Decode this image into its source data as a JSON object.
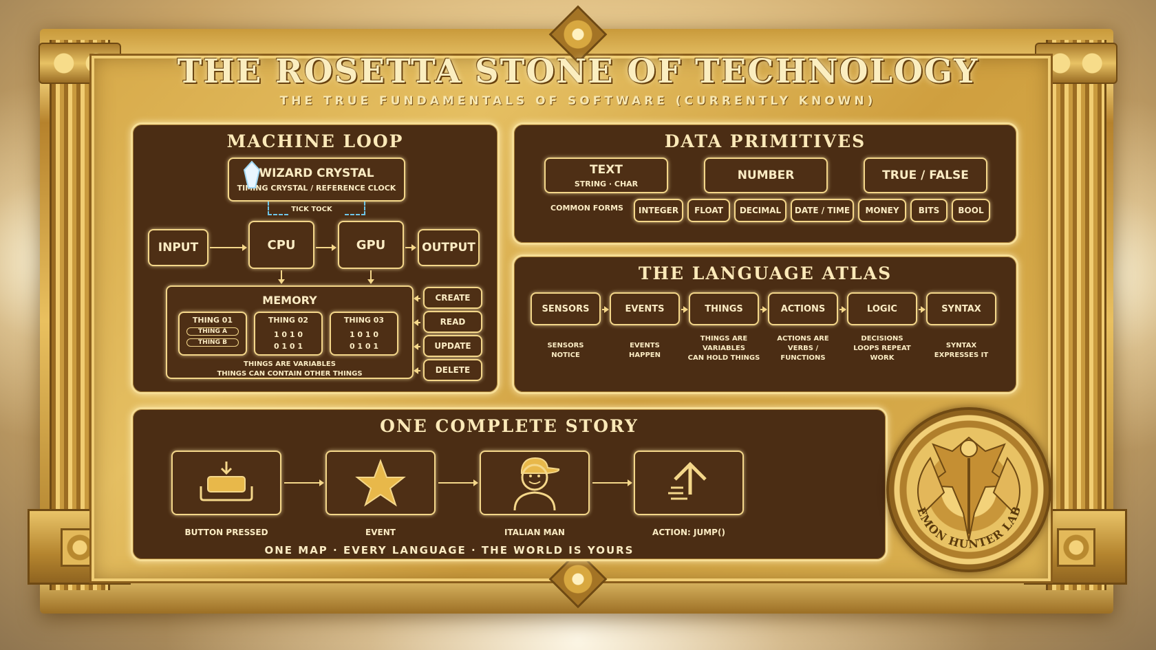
{
  "header": {
    "title": "THE ROSETTA STONE OF TECHNOLOGY",
    "subtitle": "THE TRUE FUNDAMENTALS OF SOFTWARE (CURRENTLY KNOWN)"
  },
  "machine_loop": {
    "title": "MACHINE LOOP",
    "crystal": {
      "title": "WIZARD CRYSTAL",
      "sub": "TIMING CRYSTAL / REFERENCE CLOCK",
      "tick": "TICK TOCK"
    },
    "input": "INPUT",
    "cpu": "CPU",
    "gpu": "GPU",
    "output": "OUTPUT",
    "memory": {
      "title": "MEMORY",
      "things": [
        {
          "label": "THING 01",
          "children": [
            "THING A",
            "THING B"
          ]
        },
        {
          "label": "THING 02",
          "bits": [
            "1 0 1 0",
            "0 1 0 1"
          ]
        },
        {
          "label": "THING 03",
          "bits": [
            "1 0 1 0",
            "0 1 0 1"
          ]
        }
      ],
      "note1": "THINGS ARE VARIABLES",
      "note2": "THINGS CAN CONTAIN OTHER THINGS"
    },
    "crud": [
      "CREATE",
      "READ",
      "UPDATE",
      "DELETE"
    ]
  },
  "data_primitives": {
    "title": "DATA PRIMITIVES",
    "text": {
      "label": "TEXT",
      "sub": "STRING · CHAR"
    },
    "number": "NUMBER",
    "bool": "TRUE / FALSE",
    "common_label": "COMMON FORMS",
    "forms": [
      "INTEGER",
      "FLOAT",
      "DECIMAL",
      "DATE / TIME",
      "MONEY",
      "BITS",
      "BOOL"
    ]
  },
  "atlas": {
    "title": "THE LANGUAGE ATLAS",
    "steps": [
      {
        "label": "SENSORS",
        "desc": [
          "SENSORS",
          "NOTICE"
        ]
      },
      {
        "label": "EVENTS",
        "desc": [
          "EVENTS",
          "HAPPEN"
        ]
      },
      {
        "label": "THINGS",
        "desc": [
          "THINGS ARE",
          "VARIABLES",
          "CAN HOLD THINGS"
        ]
      },
      {
        "label": "ACTIONS",
        "desc": [
          "ACTIONS ARE",
          "VERBS /",
          "FUNCTIONS"
        ]
      },
      {
        "label": "LOGIC",
        "desc": [
          "DECISIONS",
          "LOOPS REPEAT",
          "WORK"
        ]
      },
      {
        "label": "SYNTAX",
        "desc": [
          "SYNTAX",
          "EXPRESSES IT"
        ]
      }
    ]
  },
  "story": {
    "title": "ONE COMPLETE STORY",
    "steps": [
      {
        "label": "BUTTON PRESSED",
        "icon": "button-press-icon"
      },
      {
        "label": "EVENT",
        "icon": "star-icon"
      },
      {
        "label": "ITALIAN MAN",
        "icon": "cap-man-icon"
      },
      {
        "label": "ACTION: JUMP()",
        "icon": "jump-arrow-icon"
      }
    ],
    "tagline": "ONE MAP · EVERY LANGUAGE · THE WORLD IS YOURS"
  },
  "medallion": {
    "text": "DEMON HUNTER LABS"
  },
  "colors": {
    "panel": "#4b2d14",
    "gold": "#f4d78a",
    "text": "#fbecc4",
    "frame": "#d7aa4a"
  }
}
